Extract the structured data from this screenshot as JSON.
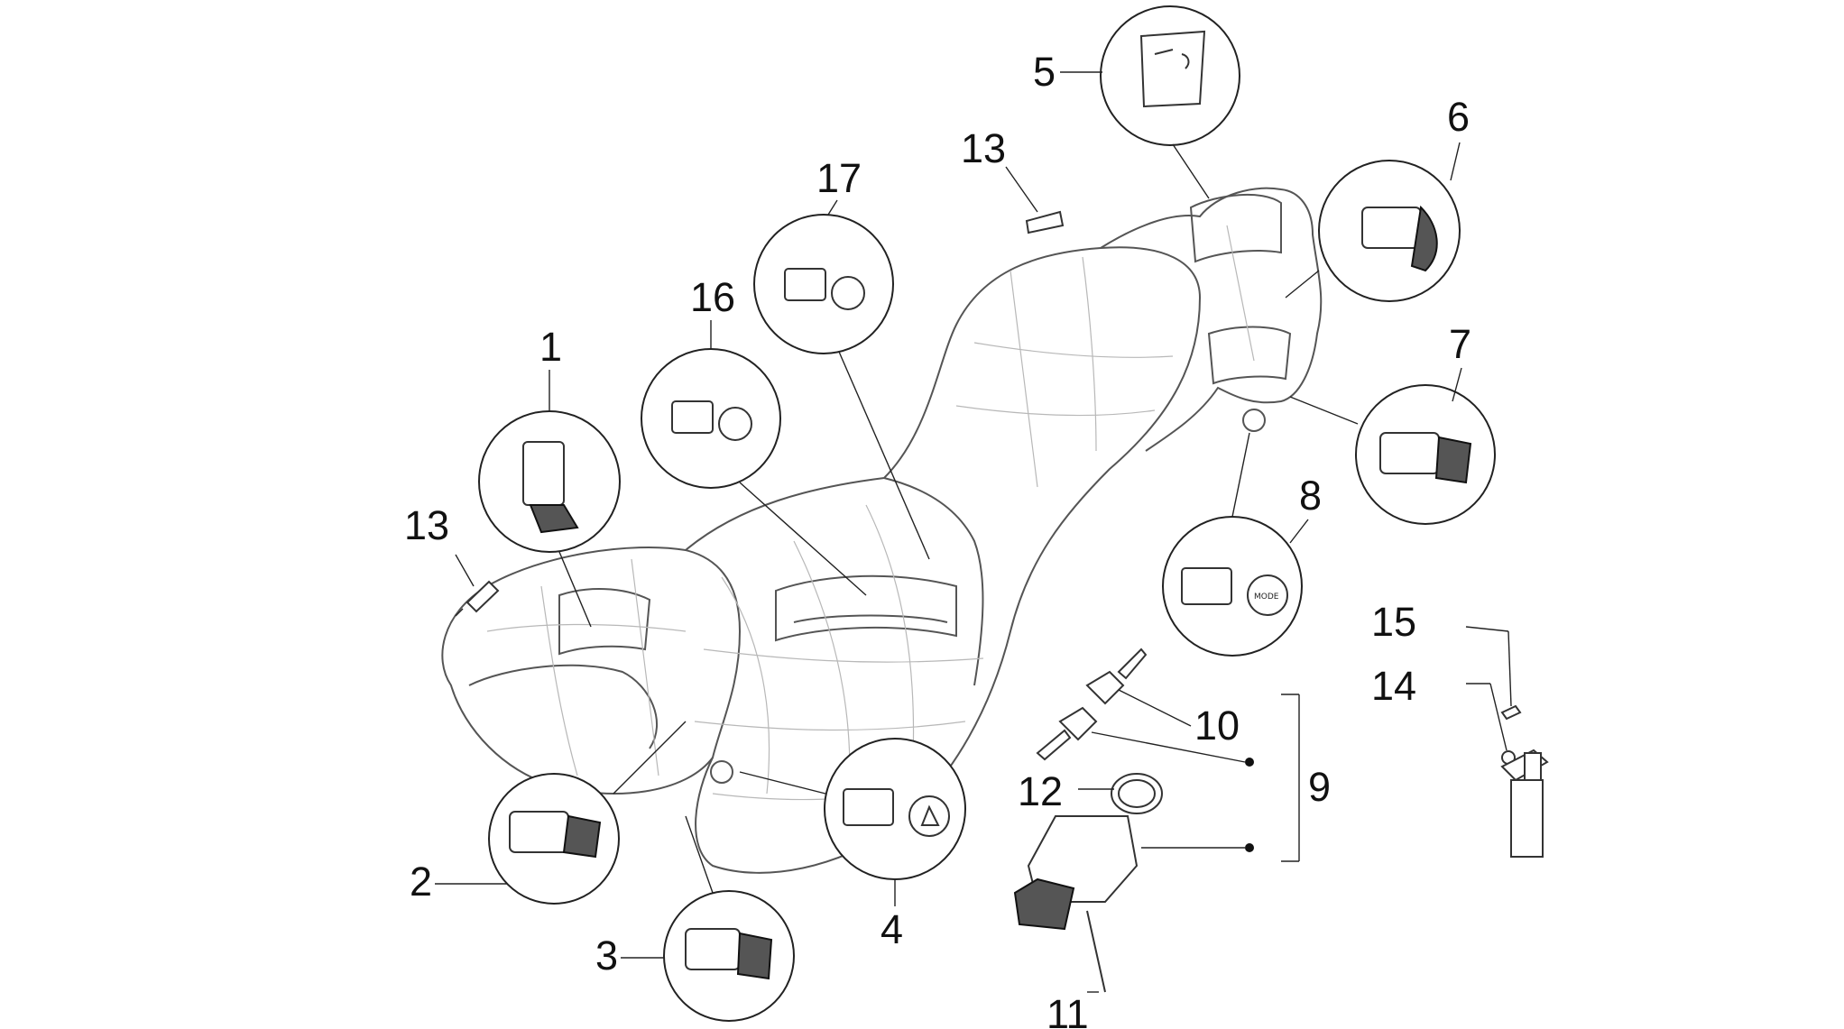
{
  "callouts": {
    "c1": "1",
    "c2": "2",
    "c3": "3",
    "c4": "4",
    "c5": "5",
    "c6": "6",
    "c7": "7",
    "c8": "8",
    "c9": "9",
    "c10": "10",
    "c11": "11",
    "c12": "12",
    "c13a": "13",
    "c13b": "13",
    "c14": "14",
    "c15": "15",
    "c16": "16",
    "c17": "17"
  },
  "switch_8_label": "MODE"
}
